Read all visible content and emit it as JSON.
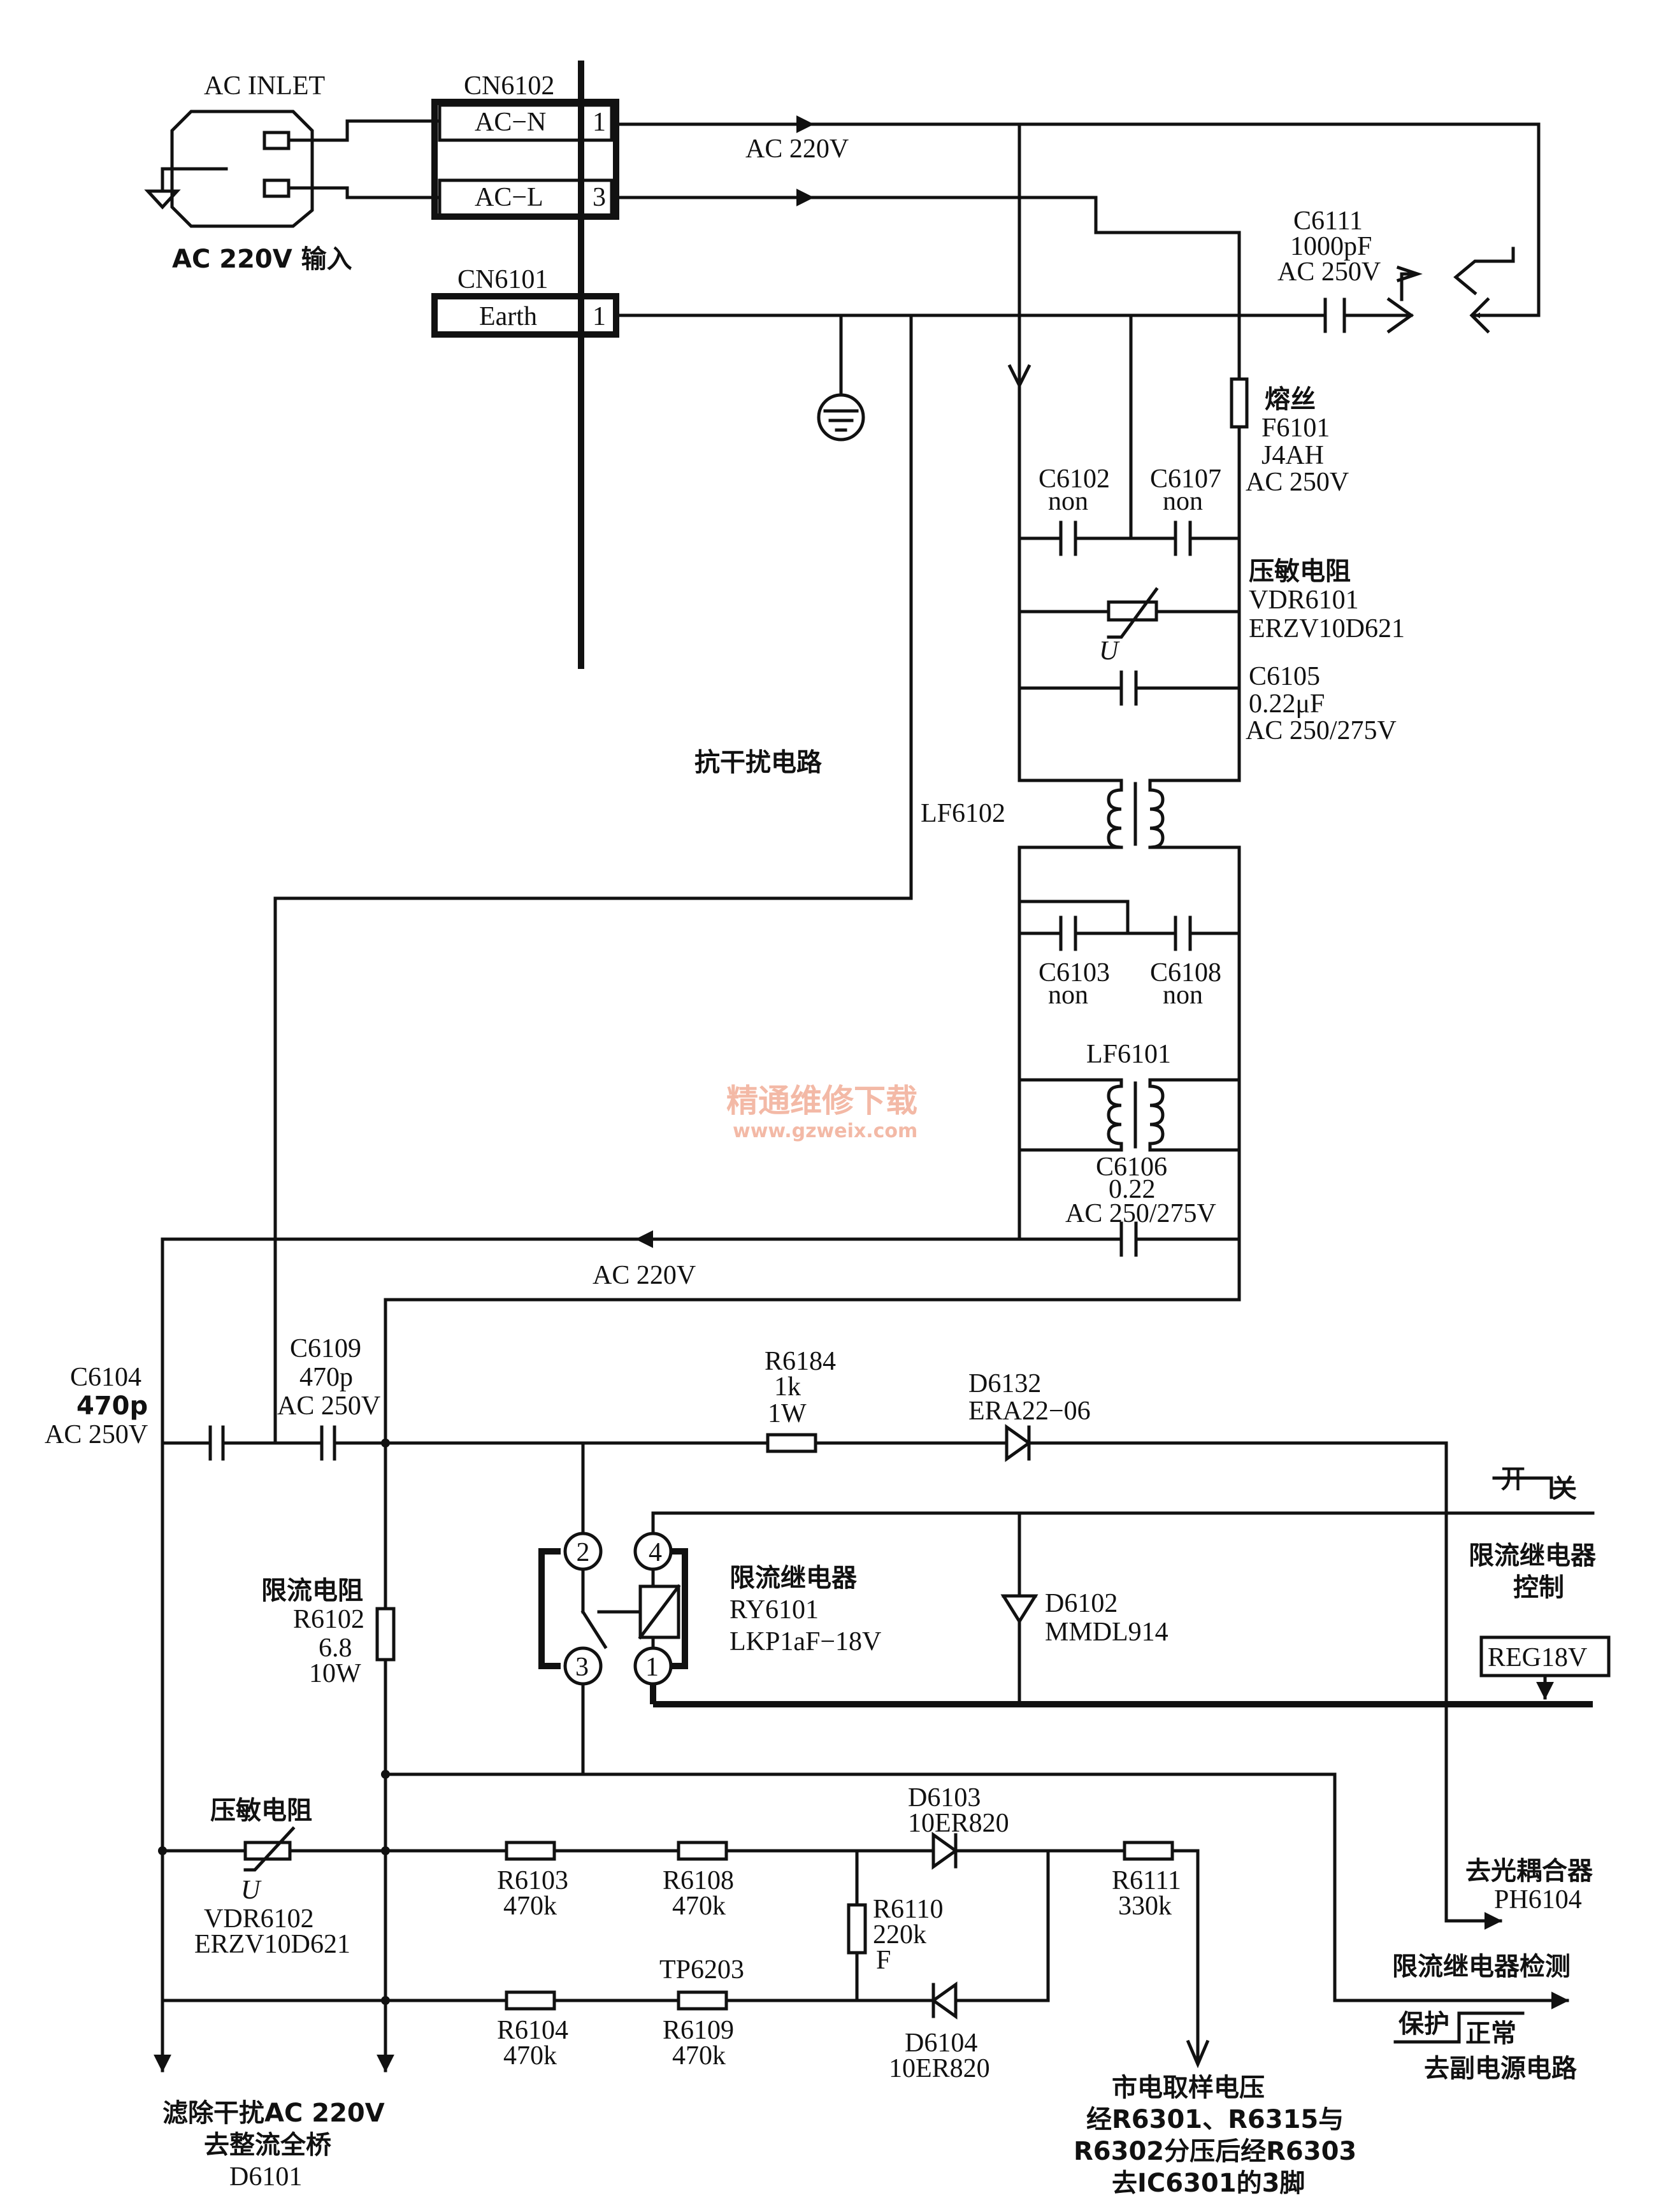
{
  "connectors": {
    "ac_inlet": "AC INLET",
    "ac_input": "AC 220V 输入",
    "cn6102": "CN6102",
    "acn": "AC−N",
    "acn_pin": "1",
    "acl": "AC−L",
    "acl_pin": "3",
    "cn6101": "CN6101",
    "earth": "Earth",
    "earth_pin": "1"
  },
  "labels": {
    "ac220v_top": "AC 220V",
    "emi_circuit": "抗干扰电路",
    "ac220v_mid": "AC 220V",
    "lf6102": "LF6102",
    "lf6101": "LF6101"
  },
  "components": {
    "c6111": [
      "C6111",
      "1000pF",
      "AC 250V"
    ],
    "fuse": [
      "熔丝",
      "F6101",
      "J4AH",
      "AC 250V"
    ],
    "c6102": [
      "C6102",
      "non"
    ],
    "c6107": [
      "C6107",
      "non"
    ],
    "vdr6101": [
      "压敏电阻",
      "VDR6101",
      "ERZV10D621"
    ],
    "u1": "U",
    "c6105": [
      "C6105",
      "0.22μF",
      "AC 250/275V"
    ],
    "c6103": [
      "C6103",
      "non"
    ],
    "c6108": [
      "C6108",
      "non"
    ],
    "c6106": [
      "C6106",
      "0.22",
      "AC 250/275V"
    ],
    "c6104": [
      "C6104",
      "470p",
      "AC 250V"
    ],
    "c6109": [
      "C6109",
      "470p",
      "AC 250V"
    ],
    "r6184": [
      "R6184",
      "1k",
      "1W"
    ],
    "d6132": [
      "D6132",
      "ERA22−06"
    ],
    "relay": [
      "限流继电器",
      "RY6101",
      "LKP1aF−18V"
    ],
    "relay_pins": [
      "2",
      "4",
      "3",
      "1"
    ],
    "d6102": [
      "D6102",
      "MMDL914"
    ],
    "r6102": [
      "限流电阻",
      "R6102",
      "6.8",
      "10W"
    ],
    "vdr6102": [
      "压敏电阻",
      "VDR6102",
      "ERZV10D621"
    ],
    "u2": "U",
    "r6103": [
      "R6103",
      "470k"
    ],
    "r6108": [
      "R6108",
      "470k"
    ],
    "d6103": [
      "D6103",
      "10ER820"
    ],
    "r6110": [
      "R6110",
      "220k",
      "F"
    ],
    "r6111": [
      "R6111",
      "330k"
    ],
    "r6104": [
      "R6104",
      "470k"
    ],
    "tp6203": "TP6203",
    "r6109": [
      "R6109",
      "470k"
    ],
    "d6104": [
      "D6104",
      "10ER820"
    ]
  },
  "right_side": {
    "switch_open": "开",
    "switch_close": "关",
    "relay_ctrl": [
      "限流继电器",
      "控制"
    ],
    "reg18v": "REG18V",
    "to_opto": [
      "去光耦合器",
      "PH6104"
    ],
    "relay_detect": "限流继电器检测",
    "protect": "保护",
    "normal": "正常",
    "to_sub_psu": "去副电源电路"
  },
  "bottom": {
    "filtered": [
      "滤除干扰AC 220V",
      "去整流全桥",
      "D6101"
    ],
    "mains_sample": [
      "市电取样电压",
      "经R6301、R6315与",
      "R6302分压后经R6303",
      "去IC6301的3脚"
    ]
  },
  "watermark": {
    "name": "精通维修下载",
    "url": "www.gzweix.com"
  }
}
